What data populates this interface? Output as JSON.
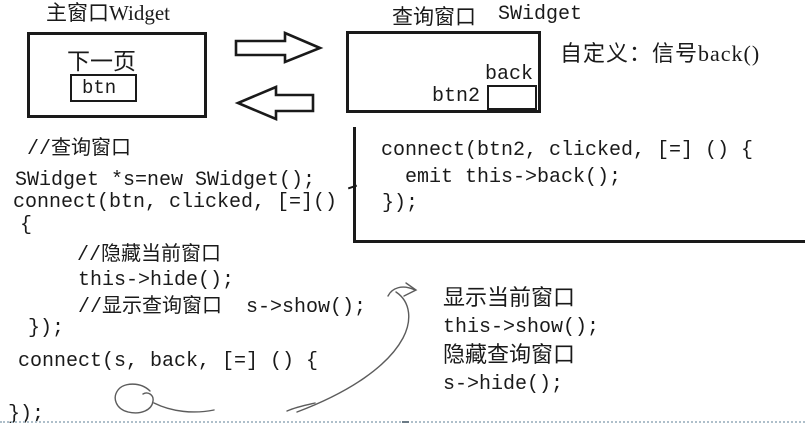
{
  "colors": {
    "ink": "#1a1a1a",
    "sketch": "#5c5c5c",
    "dotted_rule": "#aebfca"
  },
  "main_window": {
    "title": "主窗口Widget",
    "page_label": "下一页",
    "button_label": "btn"
  },
  "query_window": {
    "title_cn": "查询窗口",
    "title_en": "SWidget",
    "back_label": "back",
    "button_label": "btn2",
    "custom_signal_note": "自定义：信号back()"
  },
  "main_code": {
    "lines": [
      "//查询窗口",
      "SWidget *s=new SWidget();",
      "connect(btn, clicked, [=]()",
      "{",
      "//隐藏当前窗口",
      "this->hide();",
      "//显示查询窗口  s->show();",
      "});",
      "connect(s, back, [=] () {",
      "});"
    ]
  },
  "swidget_code": {
    "lines": [
      "connect(btn2, clicked, [=] () {",
      "emit this->back();",
      "});"
    ]
  },
  "back_slot_note": {
    "lines": [
      "显示当前窗口",
      "this->show();",
      "隐藏查询窗口",
      "s->hide();"
    ]
  }
}
